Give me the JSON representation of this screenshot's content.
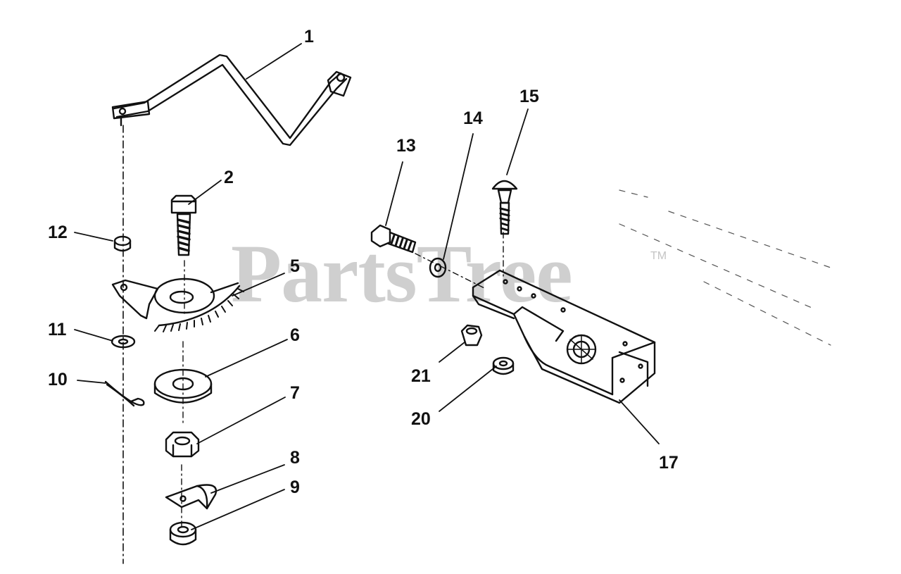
{
  "watermark": {
    "text": "PartsTree",
    "trademark": "TM"
  },
  "callouts": {
    "c1": "1",
    "c2": "2",
    "c5": "5",
    "c6": "6",
    "c7": "7",
    "c8": "8",
    "c9": "9",
    "c10": "10",
    "c11": "11",
    "c12": "12",
    "c13": "13",
    "c14": "14",
    "c15": "15",
    "c17": "17",
    "c20": "20",
    "c21": "21"
  },
  "colors": {
    "line": "#111111",
    "watermark": "#cfcfcf",
    "background": "#ffffff"
  }
}
